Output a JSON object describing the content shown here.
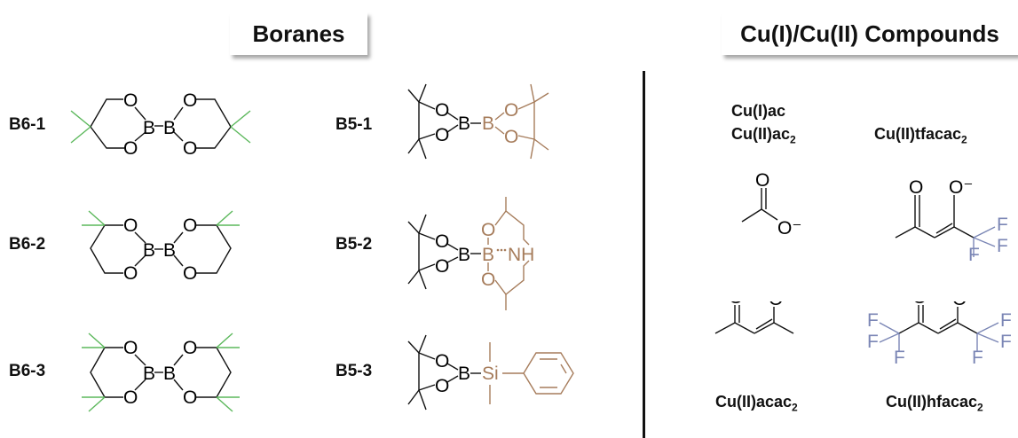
{
  "headers": {
    "boranes": "Boranes",
    "copper": "Cu(I)/Cu(II) Compounds"
  },
  "borane_labels": {
    "b6_1": "B6-1",
    "b6_2": "B6-2",
    "b6_3": "B6-3",
    "b5_1": "B5-1",
    "b5_2": "B5-2",
    "b5_3": "B5-3"
  },
  "atoms": {
    "O": "O",
    "B": "B",
    "NH": "NH",
    "Si": "Si",
    "O_minus": "O⁻",
    "F": "F"
  },
  "copper": {
    "ac": {
      "text": "Cu(I)ac"
    },
    "ac2": {
      "base": "Cu(II)ac",
      "sub": "2"
    },
    "tfacac2": {
      "base": "Cu(II)tfacac",
      "sub": "2"
    },
    "acac2": {
      "base": "Cu(II)acac",
      "sub": "2"
    },
    "hfacac2": {
      "base": "Cu(II)hfacac",
      "sub": "2"
    }
  },
  "colors": {
    "methyl_green": "#5cb85c",
    "b5_brown": "#a67c5b",
    "fluorine_blue": "#7b86b5",
    "black": "#111111"
  }
}
